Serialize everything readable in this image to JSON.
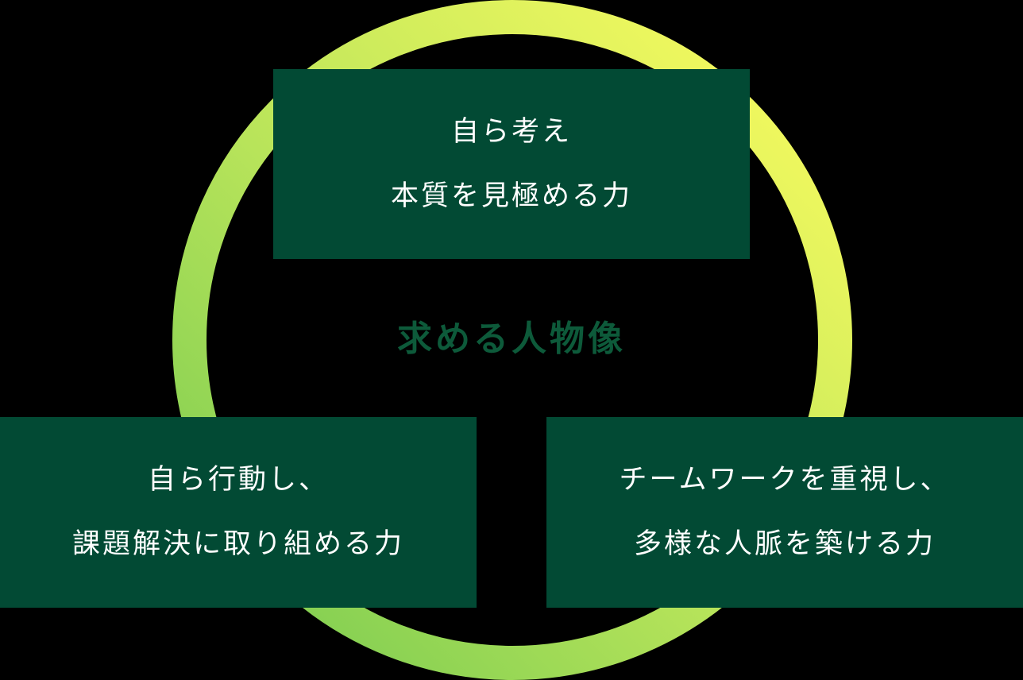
{
  "diagram": {
    "center_title": "求める人物像",
    "boxes": {
      "top": {
        "lines": [
          "自ら考え",
          "本質を見極める力"
        ]
      },
      "bottom_left": {
        "lines": [
          "自ら行動し、",
          "課題解決に取り組める力"
        ]
      },
      "bottom_right": {
        "lines": [
          "チームワークを重視し、",
          "多様な人脈を築ける力"
        ]
      }
    },
    "colors": {
      "background": "#000000",
      "box_fill": "#024a34",
      "box_text": "#ffffff",
      "title_text": "#0d5a3a",
      "ring_gradient_start": "#7ccd52",
      "ring_gradient_end": "#fefc60"
    }
  }
}
